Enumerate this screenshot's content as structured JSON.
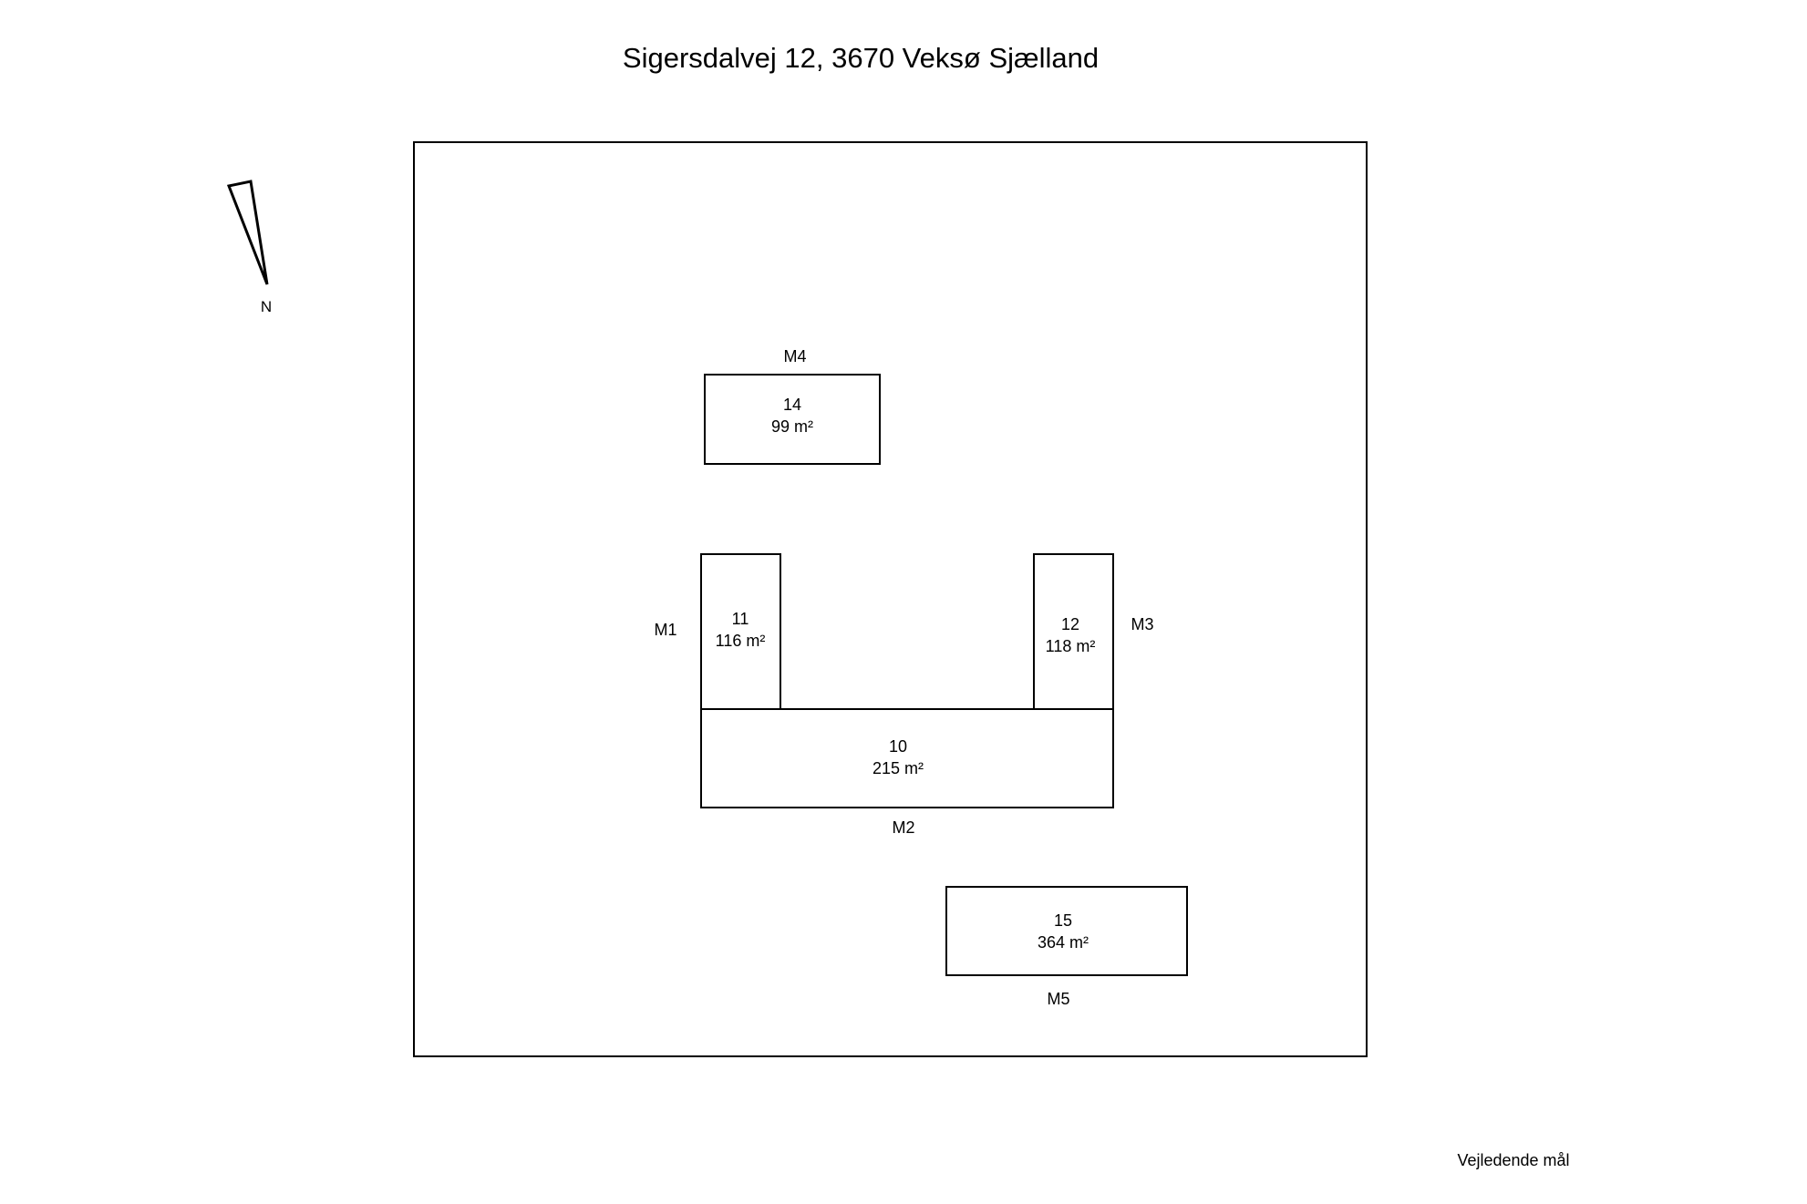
{
  "title": "Sigersdalvej 12, 3670 Veksø Sjælland",
  "north_label": "N",
  "footer_note": "Vejledende mål",
  "buildings": {
    "b14": {
      "number": "14",
      "area": "99 m²"
    },
    "b11": {
      "number": "11",
      "area": "116 m²"
    },
    "b12": {
      "number": "12",
      "area": "118 m²"
    },
    "b10": {
      "number": "10",
      "area": "215 m²"
    },
    "b15": {
      "number": "15",
      "area": "364 m²"
    }
  },
  "marks": {
    "m1": "M1",
    "m2": "M2",
    "m3": "M3",
    "m4": "M4",
    "m5": "M5"
  }
}
